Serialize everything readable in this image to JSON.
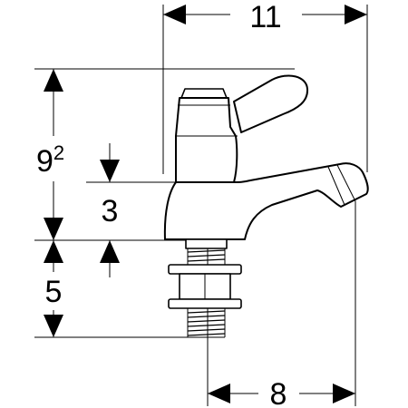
{
  "dimensions": {
    "width_top": "11",
    "height_total_main": "9",
    "height_total_sup": "2",
    "handle_offset": "3",
    "thread_length": "5",
    "width_bottom": "8"
  }
}
